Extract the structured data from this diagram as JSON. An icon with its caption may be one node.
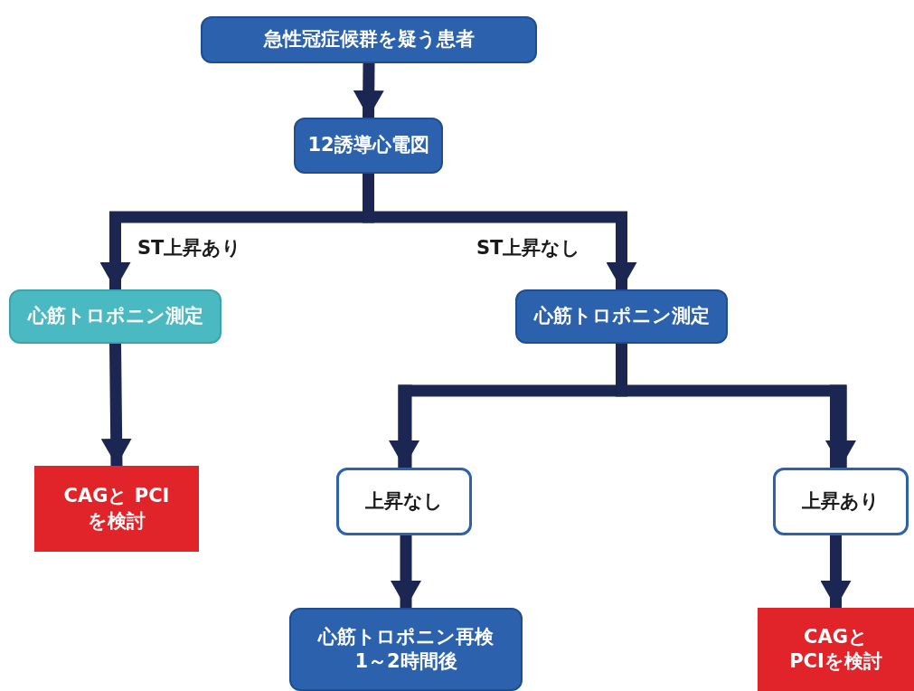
{
  "diagram": {
    "nodes": [
      {
        "text": [
          "急性冠症候群を疑う患者"
        ]
      },
      {
        "text": [
          "12誘導心電図"
        ]
      },
      {
        "text": [
          "心筋トロポニン測定"
        ]
      },
      {
        "text": [
          "心筋トロポニン測定"
        ]
      },
      {
        "text": [
          "CAGと PCIを検討"
        ]
      },
      {
        "text": [
          "上昇なし"
        ]
      },
      {
        "text": [
          "上昇あり"
        ]
      },
      {
        "text": [
          "心筋トロポニン再検 1～2時間後"
        ]
      },
      {
        "text": [
          "CAGと PCIを検討"
        ]
      }
    ],
    "edges": [
      {
        "from": 0,
        "to": 1,
        "arrow": "to"
      },
      {
        "from": 1,
        "to": 2,
        "arrow": "to",
        "label": "ST上昇あり"
      },
      {
        "from": 1,
        "to": 3,
        "arrow": "to",
        "label": "ST上昇なし"
      },
      {
        "from": 2,
        "to": 4,
        "arrow": "to"
      },
      {
        "from": 3,
        "to": 5,
        "arrow": "to"
      },
      {
        "from": 3,
        "to": 6,
        "arrow": "to"
      },
      {
        "from": 5,
        "to": 7,
        "arrow": "to"
      },
      {
        "from": 6,
        "to": 8,
        "arrow": "to"
      }
    ]
  }
}
